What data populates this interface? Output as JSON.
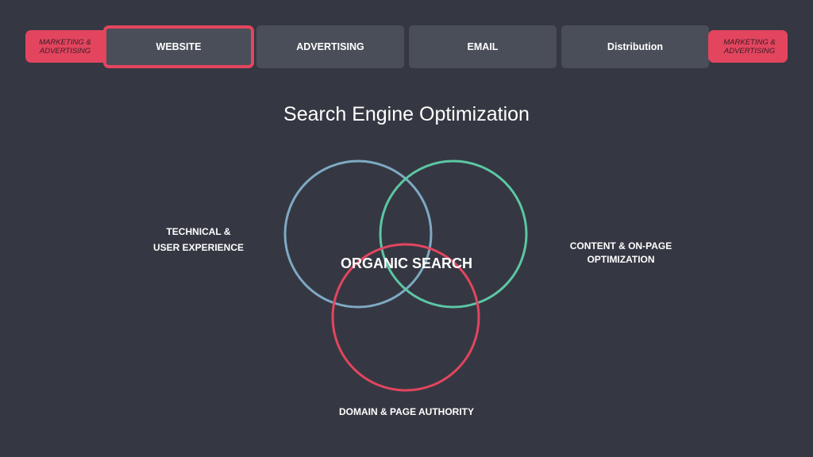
{
  "nav": {
    "left_pill": [
      "MARKETING &",
      "ADVERTISING"
    ],
    "right_pill": [
      "MARKETING &",
      "ADVERTISING"
    ],
    "tabs": [
      {
        "label": "WEBSITE",
        "active": true
      },
      {
        "label": "ADVERTISING",
        "active": false
      },
      {
        "label": "EMAIL",
        "active": false
      },
      {
        "label": "Distribution",
        "active": false
      }
    ]
  },
  "title": "Search Engine Optimization",
  "venn": {
    "center_label": "ORGANIC SEARCH",
    "sets": [
      {
        "label_lines": [
          "TECHNICAL &",
          "USER EXPERIENCE"
        ],
        "color": "#7fa9c4"
      },
      {
        "label_lines": [
          "CONTENT & ON-PAGE",
          "OPTIMIZATION"
        ],
        "color": "#5cc7a4"
      },
      {
        "label_lines": [
          "DOMAIN & PAGE AUTHORITY"
        ],
        "color": "#e3455f"
      }
    ]
  },
  "colors": {
    "background": "#353842",
    "accent": "#e3455f",
    "tab_fill": "#4a4e58"
  }
}
